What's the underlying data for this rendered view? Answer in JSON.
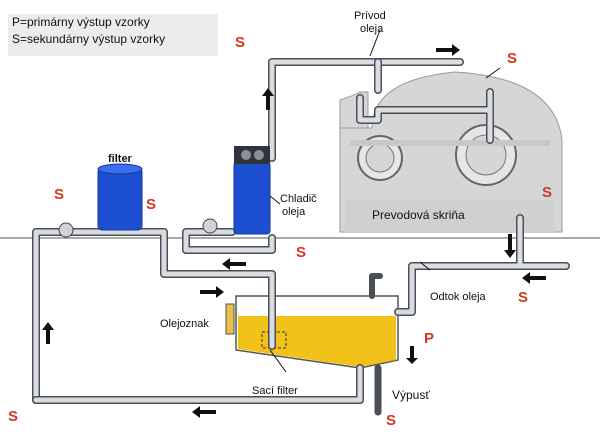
{
  "legend": {
    "line1": "P=primárny výstup vzorky",
    "line2": "S=sekundárny výstup vzorky"
  },
  "labels": {
    "oil_supply_line1": "Prívod",
    "oil_supply_line2": "oleja",
    "filter": "filter",
    "cooler_line1": "Chladič",
    "cooler_line2": "oleja",
    "gearbox": "Prevodová skriňa",
    "tank": "Olejoznak",
    "oil_drain": "Odtok oleja",
    "suction_filter": "Sací filter",
    "outlet": "Výpusť"
  },
  "markers": {
    "secondary": "S",
    "primary": "P"
  },
  "colors": {
    "pipe_fill": "#d9dde2",
    "pipe_stroke": "#4a4f55",
    "gearbox": "#d6d6d6",
    "filter_blue": "#1d4fd1",
    "oil": "#f2c21b",
    "marker_red": "#d23a1e"
  }
}
